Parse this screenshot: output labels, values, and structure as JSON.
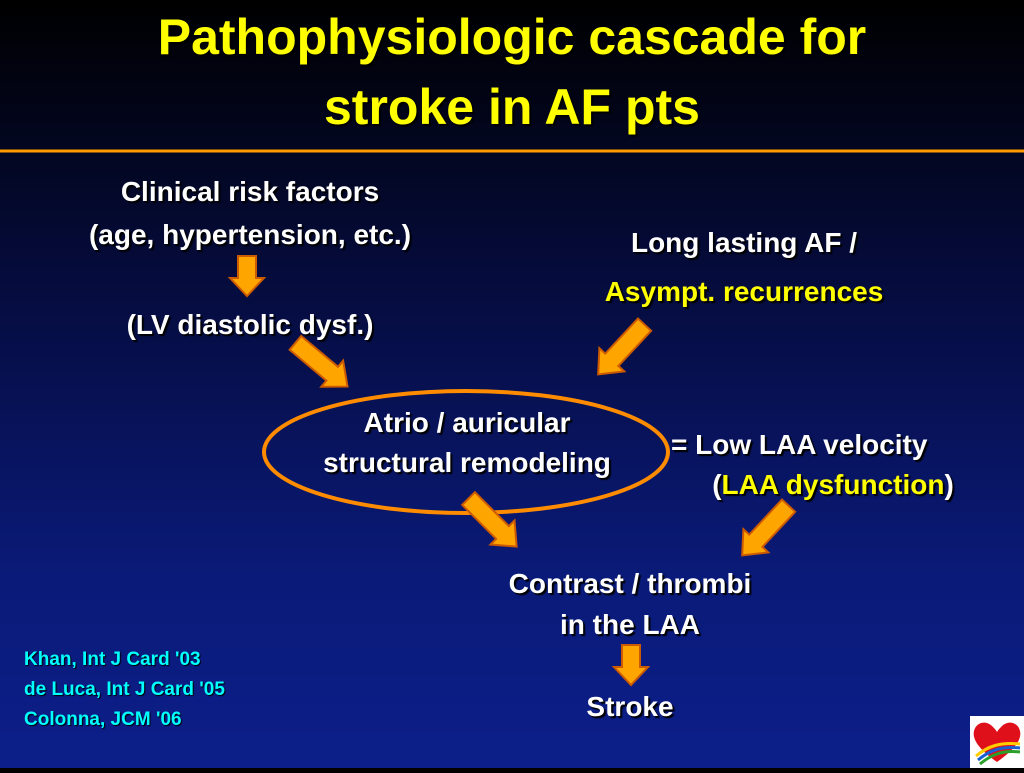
{
  "title": {
    "line1": "Pathophysiologic cascade for",
    "line2": "stroke in AF pts"
  },
  "nodes": {
    "clinical_risk_line1": "Clinical risk factors",
    "clinical_risk_line2": "(age, hypertension, etc.)",
    "lv_diastolic": "(LV diastolic dysf.)",
    "long_af_line1": "Long lasting AF /",
    "long_af_line2": "Asympt. recurrences",
    "remodeling_line1": "Atrio / auricular",
    "remodeling_line2": "structural remodeling",
    "laa_velocity_line1": "=  Low LAA velocity",
    "laa_velocity_open": "(",
    "laa_velocity_term": "LAA dysfunction",
    "laa_velocity_close": ")",
    "contrast_line1": "Contrast / thrombi",
    "contrast_line2": "in the LAA",
    "stroke": "Stroke"
  },
  "references": [
    "Khan, Int J Card '03",
    "de Luca, Int J Card '05",
    "Colonna, JCM '06"
  ],
  "colors": {
    "title": "#ffff00",
    "body_text": "#ffffff",
    "highlight_text": "#ffff00",
    "reference_text": "#00ffff",
    "arrow_fill": "#ffa500",
    "divider": "#ff9900",
    "ellipse": "#ff8c00"
  },
  "logo": {
    "icon": "heart-logo-icon"
  }
}
